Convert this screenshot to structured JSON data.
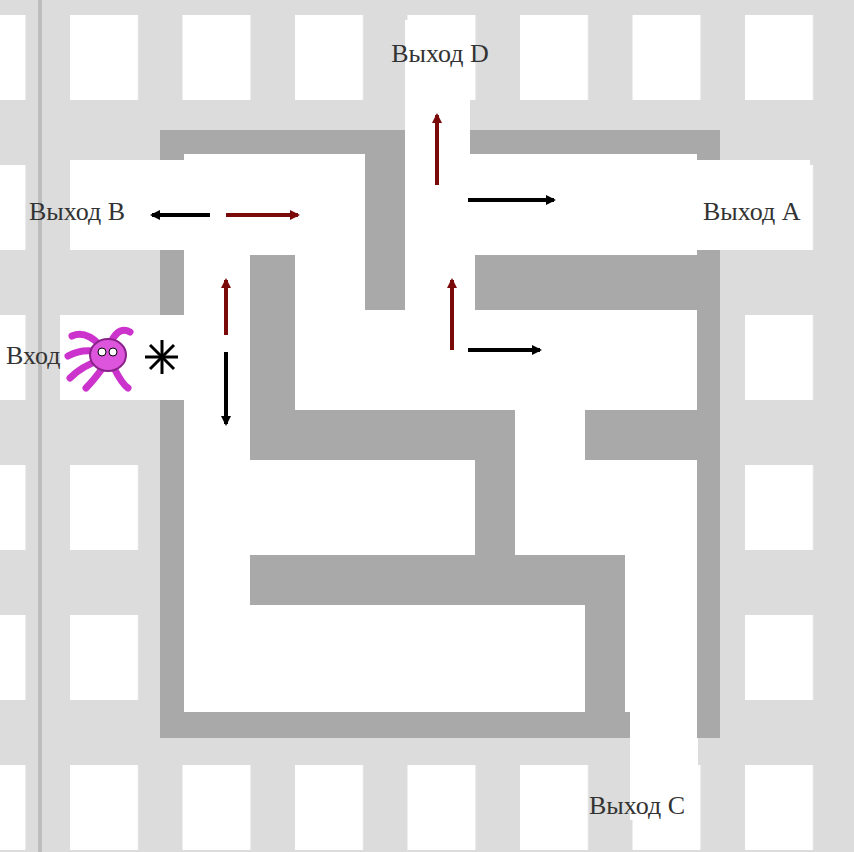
{
  "diagram": {
    "labels": [
      "Выход D",
      "Выход B",
      "Выход A",
      "Вход",
      "Выход C"
    ]
  }
}
